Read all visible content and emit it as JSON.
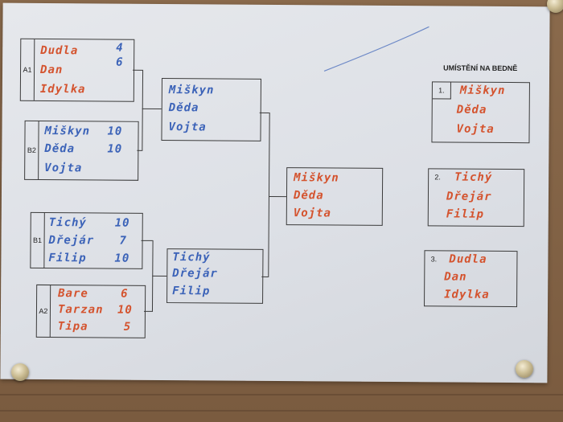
{
  "groups": [
    {
      "id": "A1",
      "players": [
        "Dudla",
        "Dan",
        "Idylka"
      ],
      "scores": [
        "4",
        "6",
        ""
      ],
      "color": "red"
    },
    {
      "id": "B2",
      "players": [
        "Miškyn",
        "Děda",
        "Vojta"
      ],
      "scores": [
        "10",
        "10",
        ""
      ],
      "color": "blue"
    },
    {
      "id": "B1",
      "players": [
        "Tichý",
        "Dřejár",
        "Filip"
      ],
      "scores": [
        "10",
        "7",
        "10"
      ],
      "color": "blue"
    },
    {
      "id": "A2",
      "players": [
        "Bare",
        "Tarzan",
        "Tipa"
      ],
      "scores": [
        "6",
        "10",
        "5"
      ],
      "color": "red"
    }
  ],
  "semis": [
    {
      "players": [
        "Miškyn",
        "Děda",
        "Vojta"
      ],
      "color": "blue"
    },
    {
      "players": [
        "Tichý",
        "Dřejár",
        "Filip"
      ],
      "color": "blue"
    }
  ],
  "final": {
    "players": [
      "Miškyn",
      "Děda",
      "Vojta"
    ],
    "color": "red"
  },
  "podium": {
    "title": "UMÍSTĚNÍ NA BEDNĚ",
    "places": [
      {
        "rank": "1.",
        "players": [
          "Miškyn",
          "Děda",
          "Vojta"
        ]
      },
      {
        "rank": "2.",
        "players": [
          "Tichý",
          "Dřejár",
          "Filip"
        ]
      },
      {
        "rank": "3.",
        "players": [
          "Dudla",
          "Dan",
          "Idylka"
        ]
      }
    ]
  },
  "colors": {
    "blue_ink": "#3c63b8",
    "red_ink": "#d4532e",
    "paper": "#e1e3e8",
    "wood": "#7f5f42"
  }
}
